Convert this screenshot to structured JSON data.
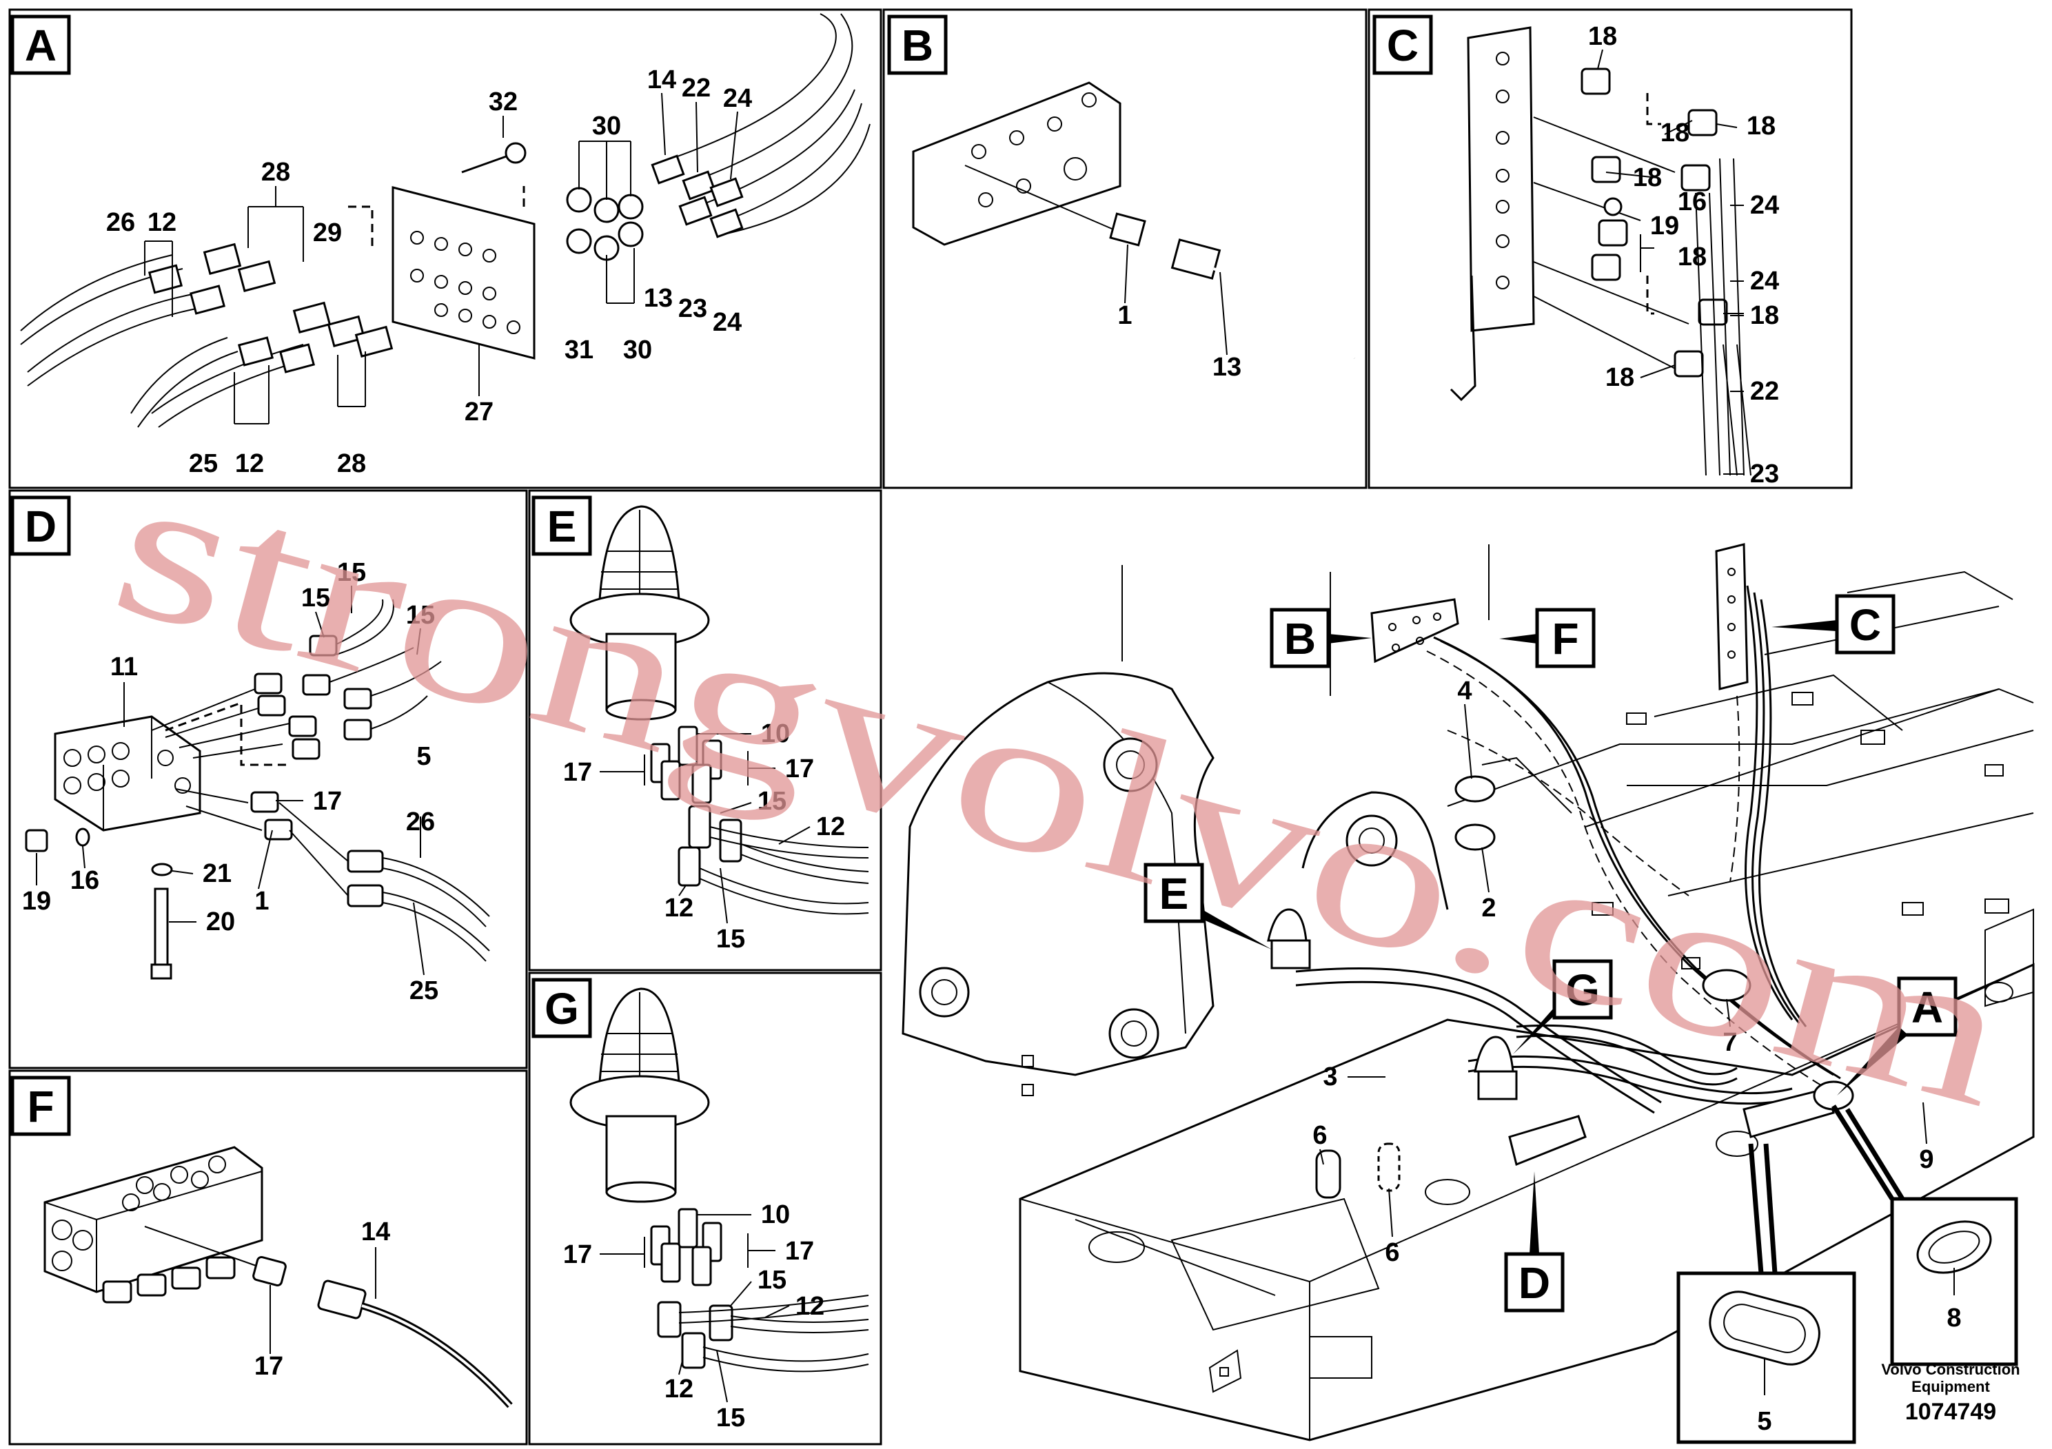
{
  "panels": {
    "A": {
      "tag": "A",
      "labels": [
        "32",
        "30",
        "14",
        "22",
        "24",
        "28",
        "26",
        "12",
        "29",
        "13",
        "23",
        "24",
        "31",
        "30",
        "27",
        "25",
        "12",
        "28"
      ]
    },
    "B": {
      "tag": "B",
      "labels": [
        "1",
        "13"
      ]
    },
    "C": {
      "tag": "C",
      "labels": [
        "18",
        "18",
        "18",
        "18",
        "16",
        "24",
        "19",
        "18",
        "24",
        "18",
        "18",
        "22",
        "23"
      ]
    },
    "D": {
      "tag": "D",
      "labels": [
        "15",
        "15",
        "15",
        "11",
        "5",
        "17",
        "26",
        "19",
        "16",
        "21",
        "1",
        "20",
        "25"
      ]
    },
    "E": {
      "tag": "E",
      "labels": [
        "10",
        "17",
        "17",
        "15",
        "12",
        "12",
        "15"
      ]
    },
    "F": {
      "tag": "F",
      "labels": [
        "14",
        "17"
      ]
    },
    "G": {
      "tag": "G",
      "labels": [
        "10",
        "17",
        "17",
        "15",
        "12",
        "12",
        "15"
      ]
    },
    "main": {
      "callouts": [
        "B",
        "F",
        "C",
        "E",
        "G",
        "A",
        "D"
      ],
      "labels": [
        "4",
        "2",
        "3",
        "6",
        "6",
        "7",
        "9",
        "8",
        "5"
      ]
    }
  },
  "footer": {
    "company_line1": "Volvo Construction",
    "company_line2": "Equipment",
    "drawing_number": "1074749"
  },
  "watermark": "strongvolvo.com"
}
